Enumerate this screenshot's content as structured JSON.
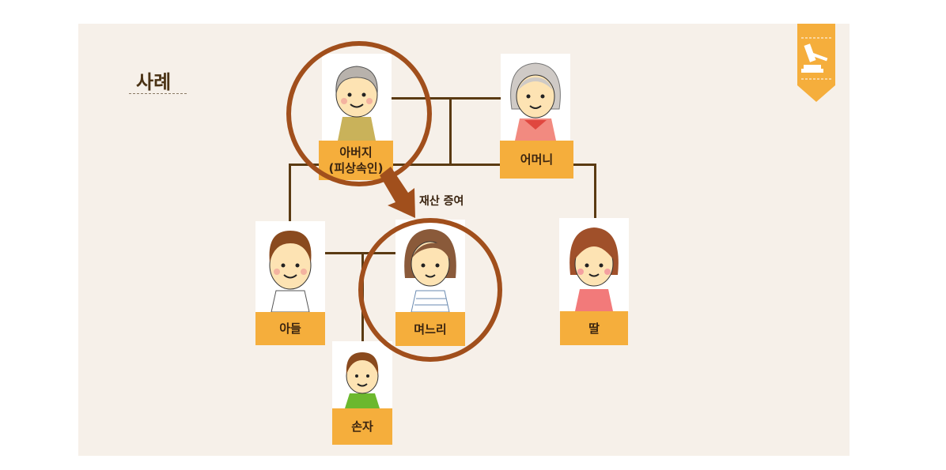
{
  "title": "사례",
  "members": {
    "father": {
      "label_line1": "아버지",
      "label_line2": "(피상속인)"
    },
    "mother": {
      "label": "어머니"
    },
    "son": {
      "label": "아들"
    },
    "daughter_in_law": {
      "label": "며느리"
    },
    "daughter": {
      "label": "딸"
    },
    "grandson": {
      "label": "손자"
    }
  },
  "arrow_label": "재산 증여",
  "badge_icon": "gavel-icon",
  "colors": {
    "accent": "#f5ae3c",
    "circle": "#a14f1c",
    "line": "#5a3a12"
  }
}
